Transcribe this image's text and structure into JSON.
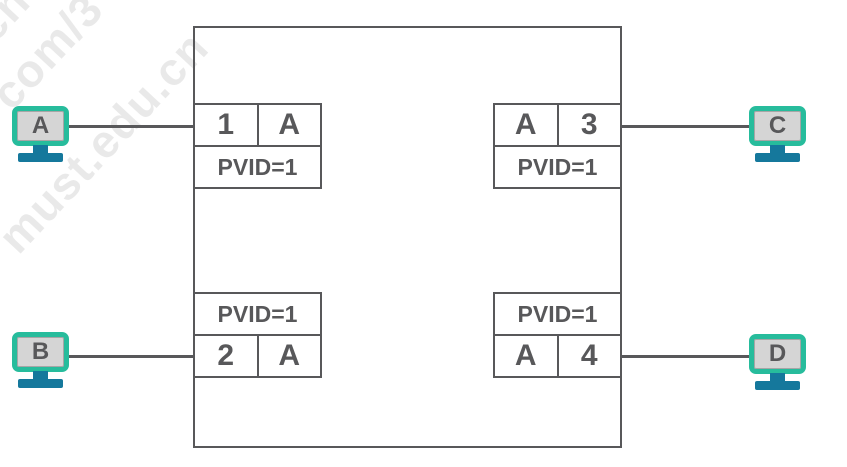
{
  "colors": {
    "line": "#58585a",
    "text": "#58585a",
    "monitor_frame": "#27bc9c",
    "monitor_screen": "#d5d5d5",
    "monitor_stand": "#15789c",
    "watermark": "rgba(0,0,0,0.085)"
  },
  "watermark": {
    "fragments": [
      "cn",
      "com/3",
      "must.edu.cn"
    ]
  },
  "switch": {
    "ports": [
      {
        "name": "port-1",
        "position": "top-left",
        "cells": [
          "1",
          "A"
        ],
        "pvid_label": "PVID=1",
        "pvid_row": "bottom"
      },
      {
        "name": "port-3",
        "position": "top-right",
        "cells": [
          "A",
          "3"
        ],
        "pvid_label": "PVID=1",
        "pvid_row": "bottom"
      },
      {
        "name": "port-2",
        "position": "bottom-left",
        "cells": [
          "2",
          "A"
        ],
        "pvid_label": "PVID=1",
        "pvid_row": "top"
      },
      {
        "name": "port-4",
        "position": "bottom-right",
        "cells": [
          "A",
          "4"
        ],
        "pvid_label": "PVID=1",
        "pvid_row": "top"
      }
    ]
  },
  "hosts": [
    {
      "label": "A",
      "position": "left-top"
    },
    {
      "label": "B",
      "position": "left-bottom"
    },
    {
      "label": "C",
      "position": "right-top"
    },
    {
      "label": "D",
      "position": "right-bottom"
    }
  ]
}
